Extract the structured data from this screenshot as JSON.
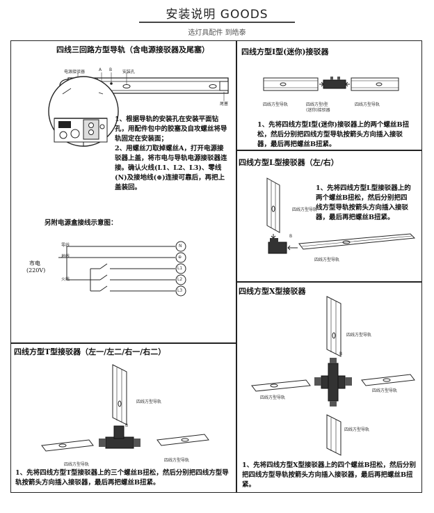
{
  "header": {
    "title": "安装说明 GOODS",
    "subtitle": "选灯具配件 到皓泰"
  },
  "s1": {
    "title": "四线三回路方型导轨（含电源接驳器及尾塞）",
    "lbl_box": "电源接驳器",
    "lbl_a": "A",
    "lbl_b": "B",
    "lbl_hole": "安装孔",
    "lbl_tail": "尾塞",
    "p1": "1、根据导轨的安装孔在安装平面钻孔，用配件包中的胶塞及自攻螺丝将导轨固定在安装面；",
    "p2": "2、用螺丝刀取掉螺丝A，打开电源接驳器上盖，将市电与导轨电源接驳器连接。确认火线(L1、L2、L3)、零线(N)及接地线(⊕)连接可靠后，再把上盖装回。",
    "wiring_title": "另附电源盒接线示意图：",
    "mains": "市电",
    "voltage": "(220V)",
    "w_zero": "零线",
    "w_ground": "地线",
    "w_fire": "火线",
    "t_n": "N",
    "t_e": "⊕",
    "t_l1": "L1",
    "t_l2": "L2",
    "t_l3": "L3"
  },
  "s2": {
    "title": "四线方型I型(迷你)接驳器",
    "lbl_track1": "四线方型导轨",
    "lbl_conn1": "四线方型I型",
    "lbl_conn2": "(迷你)接驳器",
    "lbl_track2": "四线方型导轨",
    "p": "1、先将四线方型I型(迷你)接驳器上的两个螺丝B扭松，然后分别把四线方型导轨按箭头方向插入接驳器，最后再把螺丝B扭紧。"
  },
  "s3": {
    "title": "四线方型L型接驳器（左/右）",
    "lbl_track": "四线方型导轨",
    "lbl_b": "B",
    "p": "1、先将四线方型L型接驳器上的两个螺丝B扭松，然后分别把四线方型导轨按箭头方向插入接驳器，最后再把螺丝B扭紧。"
  },
  "s4": {
    "title": "四线方型X型接驳器",
    "lbl_track": "四线方型导轨",
    "lbl_b": "B",
    "p": "1、先将四线方型X型接驳器上的四个螺丝B扭松，然后分别把四线方型导轨按箭头方向插入接驳器，最后再把螺丝B扭紧。"
  },
  "s5": {
    "title": "四线方型T型接驳器（左一/左二/右一/右二）",
    "lbl_track": "四线方型导轨",
    "lbl_b": "B",
    "p": "1、先将四线方型T型接驳器上的三个螺丝B扭松，然后分别把四线方型导轨按箭头方向插入接驳器，最后再把螺丝B扭紧。"
  }
}
